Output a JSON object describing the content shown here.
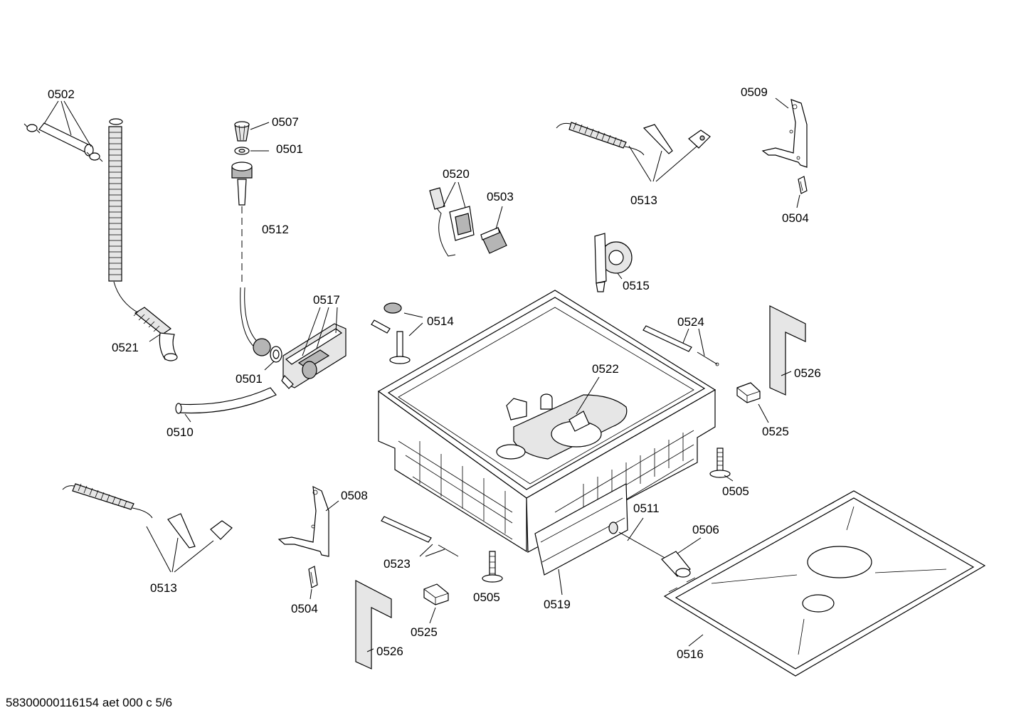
{
  "footer": {
    "document_code": "58300000116154 aet 000 c 5/6"
  },
  "callouts": {
    "c0502": "0502",
    "c0507": "0507",
    "c0501a": "0501",
    "c0512": "0512",
    "c0520": "0520",
    "c0503": "0503",
    "c0513a": "0513",
    "c0509": "0509",
    "c0504a": "0504",
    "c0515": "0515",
    "c0517": "0517",
    "c0514": "0514",
    "c0524": "0524",
    "c0521": "0521",
    "c0501b": "0501",
    "c0522": "0522",
    "c0526a": "0526",
    "c0510": "0510",
    "c0525a": "0525",
    "c0505a": "0505",
    "c0508": "0508",
    "c0511": "0511",
    "c0506": "0506",
    "c0513b": "0513",
    "c0523": "0523",
    "c0504b": "0504",
    "c0505b": "0505",
    "c0519": "0519",
    "c0525b": "0525",
    "c0526b": "0526",
    "c0516": "0516"
  }
}
